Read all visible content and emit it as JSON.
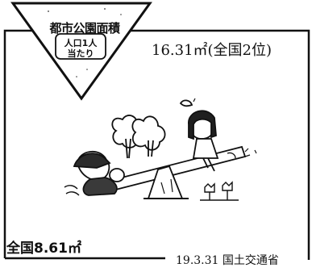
{
  "badge": {
    "title": "都市公園面積",
    "subtitle_line1": "人口1人",
    "subtitle_line2": "当たり"
  },
  "city_value": "16.31㎡(全国2位)",
  "national_value": "全国8.61㎡",
  "source_note": "19.3.31 国土交通省"
}
